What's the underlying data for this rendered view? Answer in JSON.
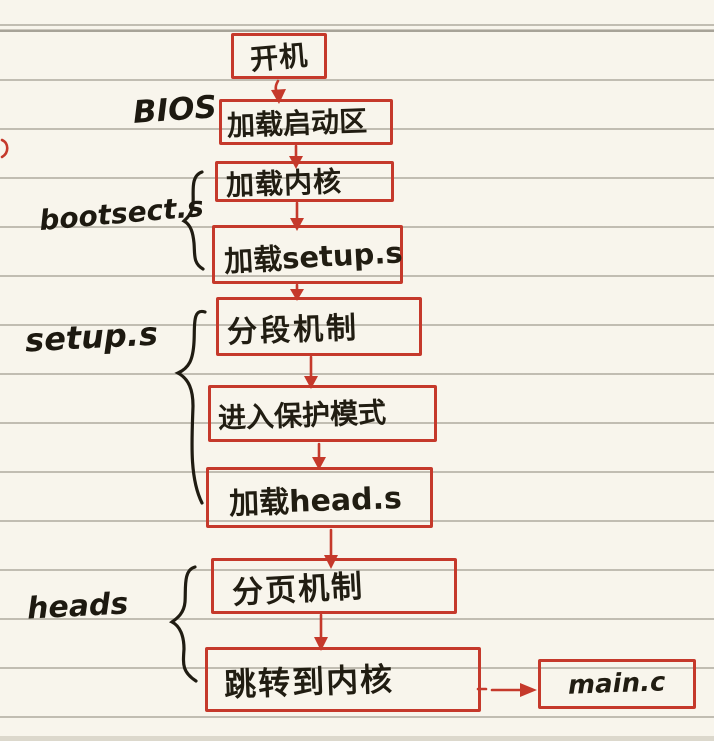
{
  "diagram": {
    "type": "flowchart",
    "style": "handwritten notes on ruled paper",
    "nodes": [
      {
        "id": "power-on",
        "label": "开机"
      },
      {
        "id": "load-boot-sector",
        "label": "加载启动区"
      },
      {
        "id": "load-kernel",
        "label": "加载内核"
      },
      {
        "id": "load-setup-s",
        "label": "加载setup.s"
      },
      {
        "id": "segmentation-mechanism",
        "label": "分段机制"
      },
      {
        "id": "enter-protected-mode",
        "label": "进入保护模式"
      },
      {
        "id": "load-head-s",
        "label": "加载head.s"
      },
      {
        "id": "paging-mechanism",
        "label": "分页机制"
      },
      {
        "id": "jump-to-kernel",
        "label": "跳转到内核"
      },
      {
        "id": "main-c",
        "label": "main.c"
      }
    ],
    "edges": [
      [
        0,
        1
      ],
      [
        1,
        2
      ],
      [
        2,
        3
      ],
      [
        3,
        4
      ],
      [
        4,
        5
      ],
      [
        5,
        6
      ],
      [
        6,
        7
      ],
      [
        7,
        8
      ],
      [
        8,
        9
      ]
    ],
    "side_labels": [
      {
        "id": "bios",
        "label": "BIOS",
        "covers_nodes": [
          1
        ]
      },
      {
        "id": "bootsect-s",
        "label": "bootsect.s",
        "covers_nodes": [
          2,
          3
        ]
      },
      {
        "id": "setup-s",
        "label": "setup.s",
        "covers_nodes": [
          4,
          5,
          6
        ]
      },
      {
        "id": "head-s",
        "label": "heads",
        "covers_nodes": [
          7,
          8
        ]
      }
    ],
    "colors": {
      "box_border": "#c5392b",
      "arrow": "#c5392b",
      "ink": "#1d1910",
      "paper": "#f8f5ec",
      "rule_line": "#8a8678"
    }
  }
}
